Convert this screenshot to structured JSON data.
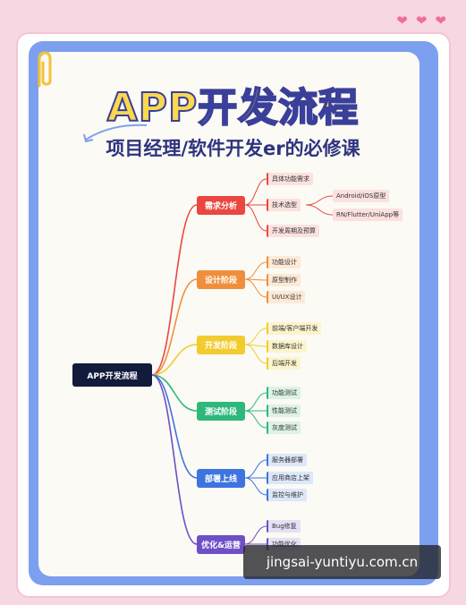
{
  "title": "APP开发流程",
  "subtitle": "项目经理/软件开发er的必修课",
  "root": "APP开发流程",
  "stages": [
    {
      "label": "需求分析",
      "color": "#e94840",
      "light": "#fbe1de",
      "items": [
        "具体功能需求",
        "技术选型",
        "开发周期及预算"
      ],
      "subitems": [
        "Android/iOS原型",
        "RN/Flutter/UniApp等"
      ]
    },
    {
      "label": "设计阶段",
      "color": "#ef8f3c",
      "light": "#fde9d6",
      "items": [
        "功能设计",
        "原型制作",
        "UI/UX设计"
      ]
    },
    {
      "label": "开发阶段",
      "color": "#f2cc2f",
      "light": "#fcf4cc",
      "items": [
        "前端/客户端开发",
        "数据库设计",
        "后端开发"
      ]
    },
    {
      "label": "测试阶段",
      "color": "#2fb87c",
      "light": "#dcf2e6",
      "items": [
        "功能测试",
        "性能测试",
        "灰度测试"
      ]
    },
    {
      "label": "部署上线",
      "color": "#3d74e0",
      "light": "#dde7fa",
      "items": [
        "服务器部署",
        "应用商店上架",
        "监控与维护"
      ]
    },
    {
      "label": "优化&运营",
      "color": "#6e4fc6",
      "light": "#e6e0f6",
      "items": [
        "Bug修复",
        "功能优化"
      ]
    }
  ],
  "watermark": "jingsai-yuntiyu.com.cn"
}
